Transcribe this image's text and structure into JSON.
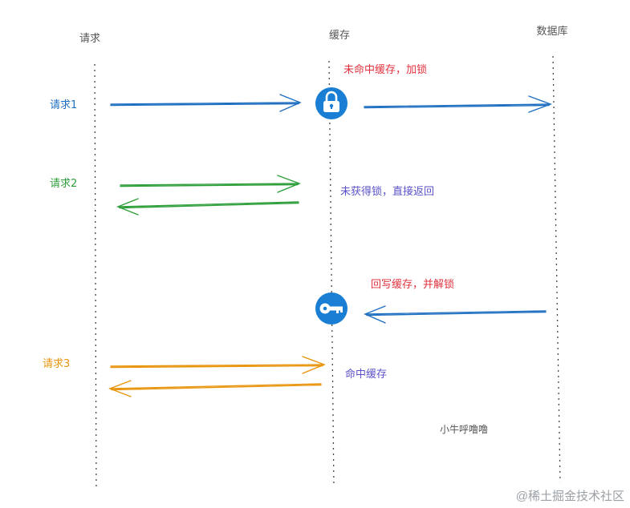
{
  "lanes": {
    "client": "请求",
    "cache": "缓存",
    "database": "数据库"
  },
  "requests": {
    "r1": "请求1",
    "r2": "请求2",
    "r3": "请求3"
  },
  "notes": {
    "miss_lock": "未命中缓存，加锁",
    "no_lock_return": "未获得锁，直接返回",
    "write_unlock": "回写缓存，并解锁",
    "hit_cache": "命中缓存"
  },
  "author": "小牛呼噜噜",
  "watermark": "@稀土掘金技术社区",
  "icons": {
    "lock": "lock-icon",
    "key": "key-icon"
  },
  "colors": {
    "blue": "#1f6fc0",
    "green": "#2e9e3a",
    "orange": "#e8940c",
    "red": "#e0333f",
    "purple": "#5b52c9",
    "gray_text": "#555555",
    "icon_bg": "#1a7fd4"
  }
}
